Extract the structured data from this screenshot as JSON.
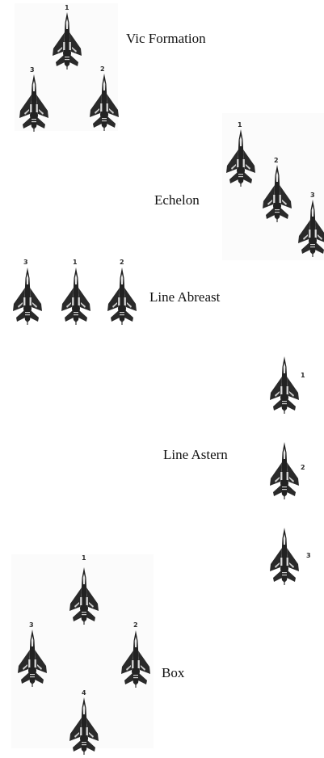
{
  "formations": {
    "vic": {
      "title": "Vic Formation",
      "numbers": [
        "1",
        "3",
        "2"
      ]
    },
    "echelon": {
      "title": "Echelon",
      "numbers": [
        "1",
        "2",
        "3"
      ]
    },
    "line_abreast": {
      "title": "Line Abreast",
      "numbers": [
        "3",
        "1",
        "2"
      ]
    },
    "line_astern": {
      "title": "Line Astern",
      "numbers": [
        "1",
        "2",
        "3"
      ]
    },
    "box": {
      "title": "Box",
      "numbers": [
        "1",
        "3",
        "2",
        "4"
      ]
    }
  },
  "aircraft_icon": "jet-fighter-icon"
}
